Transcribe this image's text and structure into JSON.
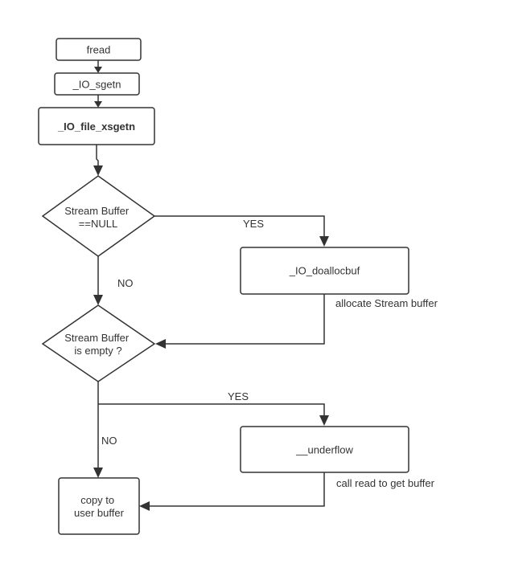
{
  "nodes": {
    "fread": "fread",
    "io_sgetn": "_IO_sgetn",
    "io_file_xsgetn": "_IO_file_xsgetn",
    "stream_buffer_null": [
      "Stream Buffer",
      "==NULL"
    ],
    "io_doallocbuf": "_IO_doallocbuf",
    "stream_buffer_empty": [
      "Stream Buffer",
      "is empty ?"
    ],
    "underflow": "__underflow",
    "copy_to_user_buffer": [
      "copy to",
      "user buffer"
    ]
  },
  "edges": {
    "null_yes": "YES",
    "null_no": "NO",
    "allocate_note": "allocate Stream buffer",
    "empty_yes": "YES",
    "empty_no": "NO",
    "read_note": "call read to get buffer"
  }
}
